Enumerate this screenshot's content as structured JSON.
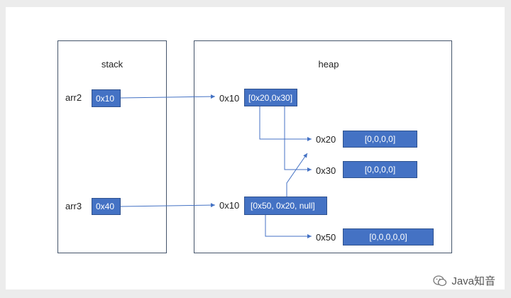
{
  "stack": {
    "title": "stack",
    "vars": [
      {
        "name": "arr2",
        "value": "0x10"
      },
      {
        "name": "arr3",
        "value": "0x40"
      }
    ]
  },
  "heap": {
    "title": "heap",
    "objects": [
      {
        "address": "0x10",
        "content": "[0x20,0x30]"
      },
      {
        "address": "0x20",
        "content": "[0,0,0,0]"
      },
      {
        "address": "0x30",
        "content": "[0,0,0,0]"
      },
      {
        "address": "0x10",
        "content": "[0x50, 0x20, null]"
      },
      {
        "address": "0x50",
        "content": "[0,0,0,0,0]"
      }
    ]
  },
  "brand": {
    "name": "Java知音"
  },
  "colors": {
    "box": "#4472c4",
    "line": "#4472c4",
    "border": "#44546a"
  }
}
